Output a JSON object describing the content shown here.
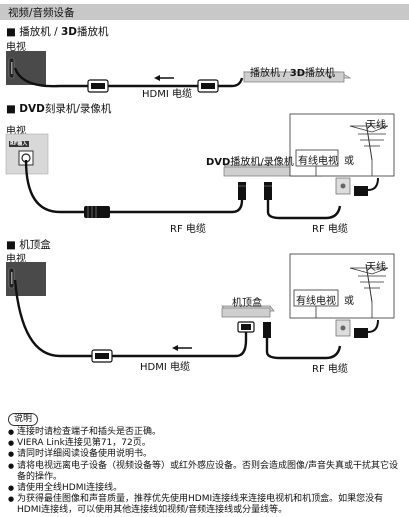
{
  "header": {
    "title": "视频/音频设备"
  },
  "sections": {
    "player": {
      "title_prefix": "■ 播放机 / ",
      "title_bold": "3D",
      "title_suffix": "播放机",
      "tv_label": "电视",
      "device_label_a": "播放机 / ",
      "device_label_b": "3D",
      "device_label_c": "播放机",
      "cable_label": "HDMI 电缆"
    },
    "dvd": {
      "title_bold": "DVD",
      "title_suffix": "刻录机/录像机",
      "tv_label": "电视",
      "port_label": "RF输入",
      "device_label_bold": "DVD",
      "device_label_suffix": "播放机/录像机",
      "cable_tv": "有线电视",
      "or": "或",
      "antenna": "天线",
      "rf_cable_left": "RF 电缆",
      "rf_cable_right": "RF 电缆"
    },
    "stb": {
      "title": "■ 机顶盒",
      "tv_label": "电视",
      "device_label": "机顶盒",
      "cable_tv": "有线电视",
      "or": "或",
      "antenna": "天线",
      "hdmi_cable": "HDMI 电缆",
      "rf_cable": "RF 电缆"
    }
  },
  "notes": {
    "badge": "说明",
    "items": [
      "连接时请检查端子和插头是否正确。",
      "VIERA Link连接见第71，72页。",
      "请同时详细阅读设备使用说明书。",
      "请将电视远离电子设备（视频设备等）或红外感应设备。否则会造成图像/声音失真或干扰其它设备的操作。",
      "请使用全线HDMI连接线。",
      "为获得最佳图像和声音质量，推荐优先使用HDMI连接线来连接电视机和机顶盒。如果您没有HDMI连接线，可以使用其他连接线如视频/音频连接线或分量线等。"
    ]
  }
}
